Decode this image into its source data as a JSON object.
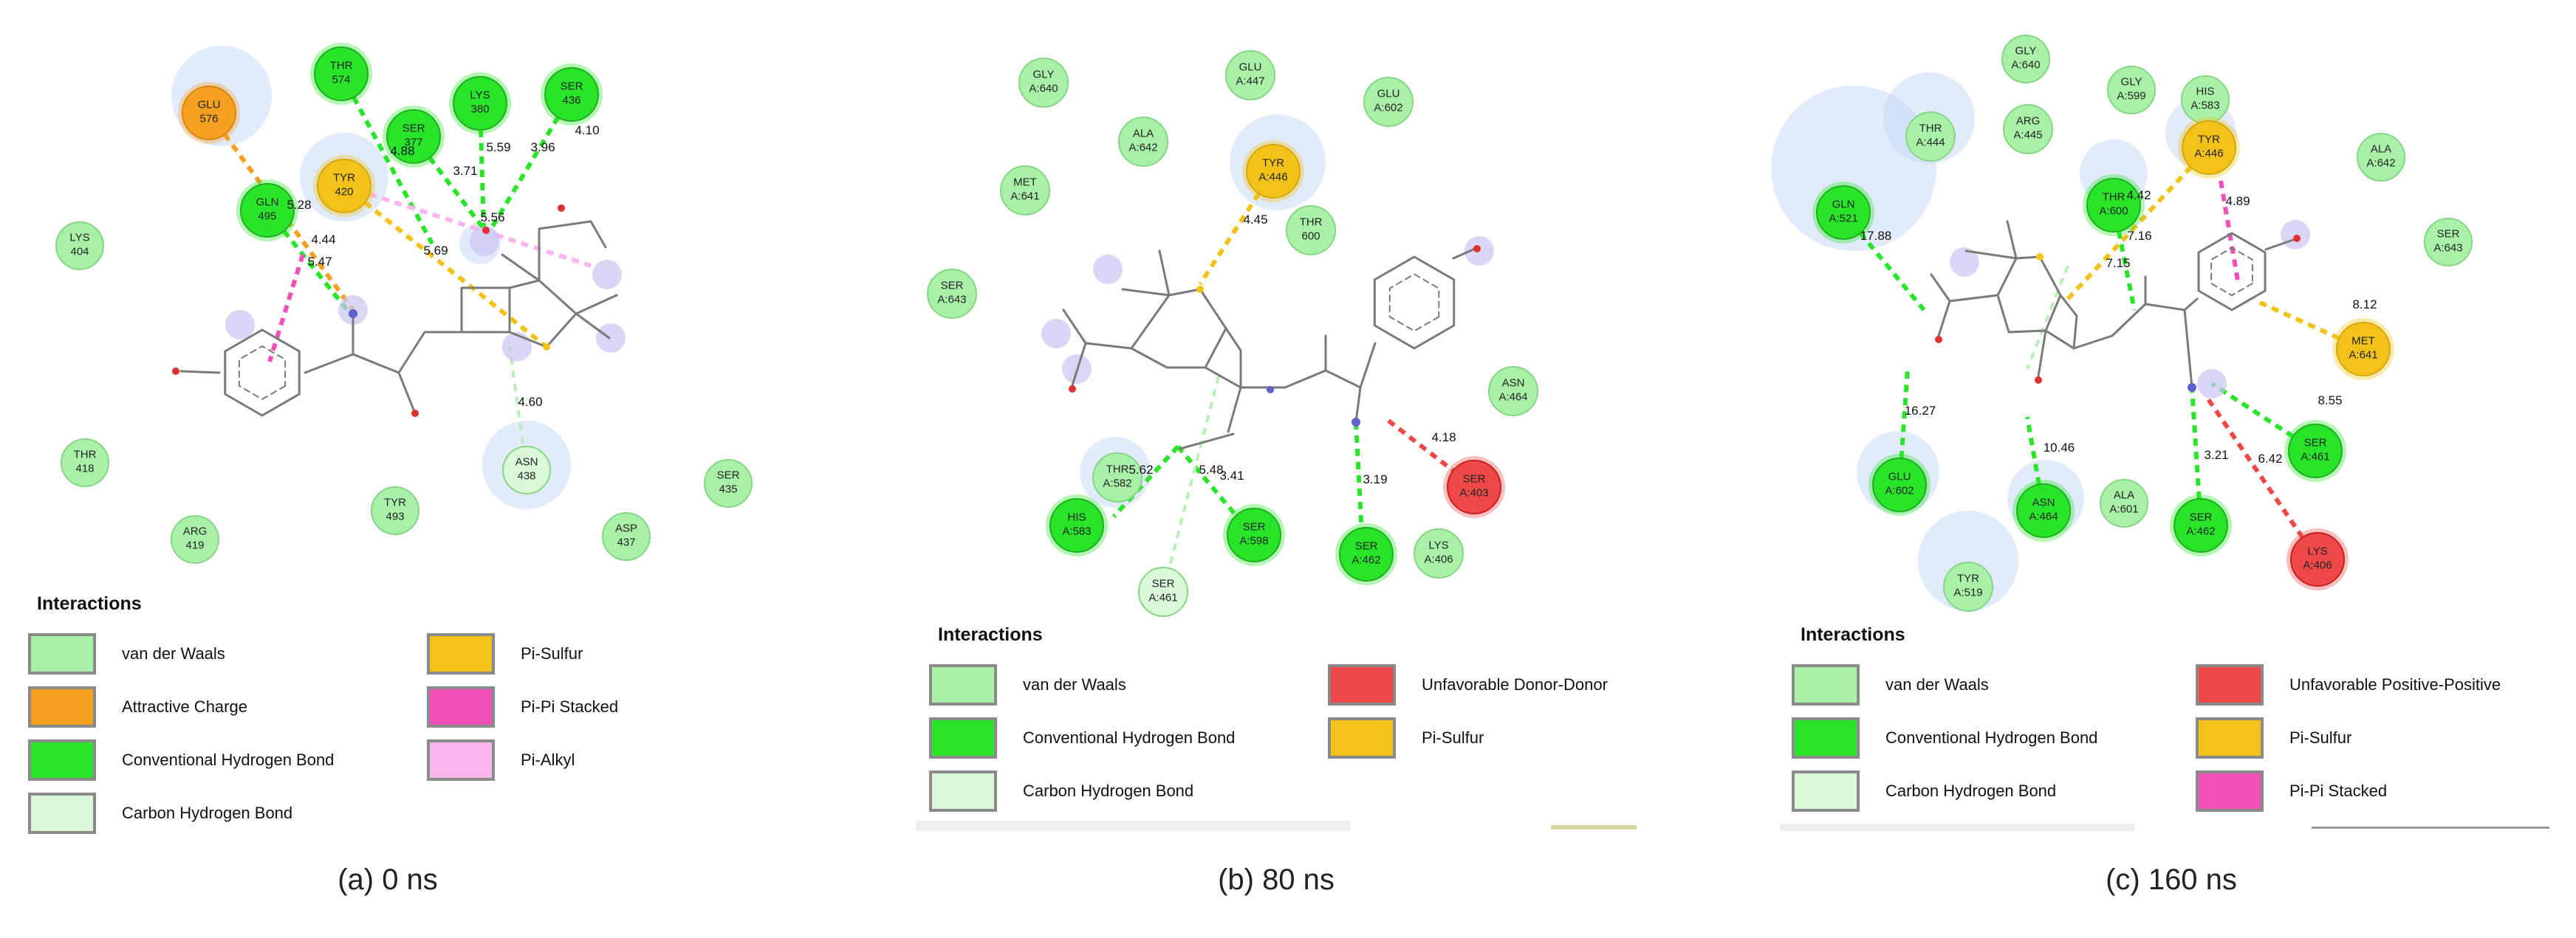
{
  "colors": {
    "vdw": "#a9f1a9",
    "vdw_stroke": "#86d686",
    "hbond": "#29e529",
    "hbond_stroke": "#1fae1f",
    "charge": "#f5a020",
    "charge_stroke": "#d88510",
    "pisulfur": "#f2c218",
    "pisulfur_stroke": "#d5a810",
    "pipi": "#f050b8",
    "pialkyl": "#f9b6ec",
    "chb": "#d9f9d9",
    "unfav": "#f04848",
    "unfav_stroke": "#c52020",
    "halo": "#c9dbf7",
    "bond": "#7a7a7a",
    "heteroatom": "#e03030",
    "nitrogen": "#6060d0"
  },
  "panels": [
    {
      "caption": "(a) 0 ns",
      "residues": [
        {
          "label": "GLU\n576",
          "type": "charge"
        },
        {
          "label": "THR\n574",
          "type": "hbond"
        },
        {
          "label": "SER\n377",
          "type": "hbond"
        },
        {
          "label": "LYS\n380",
          "type": "hbond"
        },
        {
          "label": "SER\n436",
          "type": "hbond"
        },
        {
          "label": "TYR\n420",
          "type": "pisulfur"
        },
        {
          "label": "GLN\n495",
          "type": "hbond"
        },
        {
          "label": "LYS\n404",
          "type": "vdw"
        },
        {
          "label": "THR\n418",
          "type": "vdw"
        },
        {
          "label": "ARG\n419",
          "type": "vdw"
        },
        {
          "label": "TYR\n493",
          "type": "vdw"
        },
        {
          "label": "ASN\n438",
          "type": "chb"
        },
        {
          "label": "ASP\n437",
          "type": "vdw"
        },
        {
          "label": "SER\n435",
          "type": "vdw"
        }
      ],
      "distances": [
        "4.88",
        "3.71",
        "5.59",
        "3.96",
        "4.10",
        "5.28",
        "4.44",
        "5.47",
        "5.56",
        "5.69",
        "4.60"
      ],
      "legend_title": "Interactions",
      "legend": [
        {
          "label": "van der Waals",
          "type": "vdw"
        },
        {
          "label": "Attractive Charge",
          "type": "charge"
        },
        {
          "label": "Conventional Hydrogen Bond",
          "type": "hbond"
        },
        {
          "label": "Carbon Hydrogen Bond",
          "type": "chb"
        },
        {
          "label": "Pi-Sulfur",
          "type": "pisulfur"
        },
        {
          "label": "Pi-Pi Stacked",
          "type": "pipi"
        },
        {
          "label": "Pi-Alkyl",
          "type": "pialkyl"
        }
      ]
    },
    {
      "caption": "(b) 80 ns",
      "residues": [
        {
          "label": "GLY\nA:640",
          "type": "vdw"
        },
        {
          "label": "GLU\nA:447",
          "type": "vdw"
        },
        {
          "label": "GLU\nA:602",
          "type": "vdw"
        },
        {
          "label": "ALA\nA:642",
          "type": "vdw"
        },
        {
          "label": "MET\nA:641",
          "type": "vdw"
        },
        {
          "label": "TYR\nA:446",
          "type": "pisulfur"
        },
        {
          "label": "THR\n600",
          "type": "vdw"
        },
        {
          "label": "SER\nA:643",
          "type": "vdw"
        },
        {
          "label": "ASN\nA:464",
          "type": "vdw"
        },
        {
          "label": "THR\nA:582",
          "type": "vdw"
        },
        {
          "label": "HIS\nA:583",
          "type": "hbond"
        },
        {
          "label": "SER\nA:598",
          "type": "hbond"
        },
        {
          "label": "SER\nA:461",
          "type": "chb"
        },
        {
          "label": "SER\nA:462",
          "type": "hbond"
        },
        {
          "label": "LYS\nA:406",
          "type": "vdw"
        },
        {
          "label": "SER\nA:403",
          "type": "unfav"
        }
      ],
      "distances": [
        "4.45",
        "5.62",
        "5.48",
        "3.41",
        "3.19",
        "4.18"
      ],
      "legend_title": "Interactions",
      "legend": [
        {
          "label": "van der Waals",
          "type": "vdw"
        },
        {
          "label": "Conventional Hydrogen Bond",
          "type": "hbond"
        },
        {
          "label": "Carbon Hydrogen Bond",
          "type": "chb"
        },
        {
          "label": "Unfavorable Donor-Donor",
          "type": "unfav"
        },
        {
          "label": "Pi-Sulfur",
          "type": "pisulfur"
        }
      ]
    },
    {
      "caption": "(c) 160 ns",
      "residues": [
        {
          "label": "GLY\nA:640",
          "type": "vdw"
        },
        {
          "label": "ARG\nA:445",
          "type": "vdw"
        },
        {
          "label": "GLY\nA:599",
          "type": "vdw"
        },
        {
          "label": "HIS\nA:583",
          "type": "vdw"
        },
        {
          "label": "THR\nA:444",
          "type": "vdw"
        },
        {
          "label": "TYR\nA:446",
          "type": "pisulfur"
        },
        {
          "label": "ALA\nA:642",
          "type": "vdw"
        },
        {
          "label": "GLN\nA:521",
          "type": "hbond"
        },
        {
          "label": "THR\nA:600",
          "type": "hbond"
        },
        {
          "label": "SER\nA:643",
          "type": "vdw"
        },
        {
          "label": "MET\nA:641",
          "type": "pisulfur"
        },
        {
          "label": "SER\nA:461",
          "type": "hbond"
        },
        {
          "label": "GLU\nA:602",
          "type": "hbond"
        },
        {
          "label": "ASN\nA:464",
          "type": "hbond"
        },
        {
          "label": "ALA\nA:601",
          "type": "vdw"
        },
        {
          "label": "SER\nA:462",
          "type": "hbond"
        },
        {
          "label": "LYS\nA:406",
          "type": "unfav"
        },
        {
          "label": "TYR\nA:519",
          "type": "vdw"
        }
      ],
      "distances": [
        "17.88",
        "4.42",
        "7.16",
        "7.15",
        "4.89",
        "8.12",
        "16.27",
        "10.46",
        "8.55",
        "3.21",
        "6.42"
      ],
      "legend_title": "Interactions",
      "legend": [
        {
          "label": "van der Waals",
          "type": "vdw"
        },
        {
          "label": "Conventional Hydrogen Bond",
          "type": "hbond"
        },
        {
          "label": "Carbon Hydrogen Bond",
          "type": "chb"
        },
        {
          "label": "Unfavorable Positive-Positive",
          "type": "unfav"
        },
        {
          "label": "Pi-Sulfur",
          "type": "pisulfur"
        },
        {
          "label": "Pi-Pi Stacked",
          "type": "pipi"
        }
      ]
    }
  ]
}
